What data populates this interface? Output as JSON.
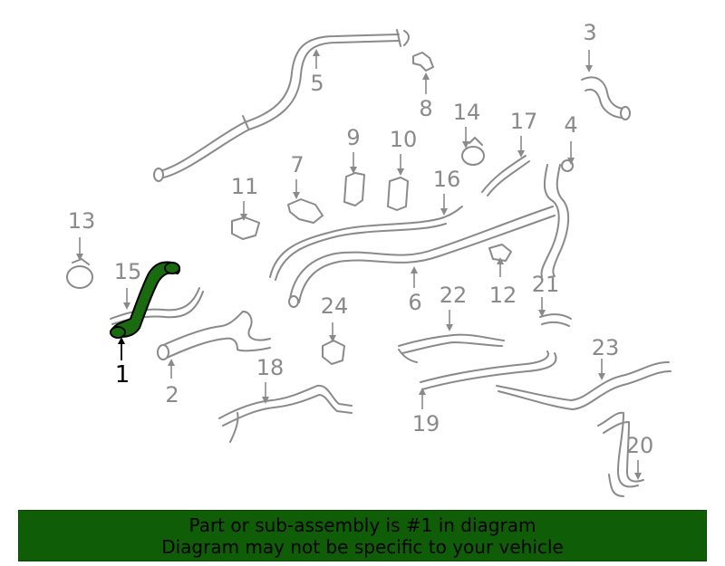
{
  "diagram": {
    "highlight_color": "#1a6b10",
    "part_color": "#8a8a8a",
    "callouts": {
      "c1": "1",
      "c2": "2",
      "c3": "3",
      "c4": "4",
      "c5": "5",
      "c6": "6",
      "c7": "7",
      "c8": "8",
      "c9": "9",
      "c10": "10",
      "c11": "11",
      "c12": "12",
      "c13": "13",
      "c14": "14",
      "c15": "15",
      "c16": "16",
      "c17": "17",
      "c18": "18",
      "c19": "19",
      "c20": "20",
      "c21": "21",
      "c22": "22",
      "c23": "23",
      "c24": "24"
    }
  },
  "banner": {
    "color": "#0f5e07",
    "line1": "Part or sub-assembly is #1 in diagram",
    "line2": "Diagram may not be specific to your vehicle"
  }
}
